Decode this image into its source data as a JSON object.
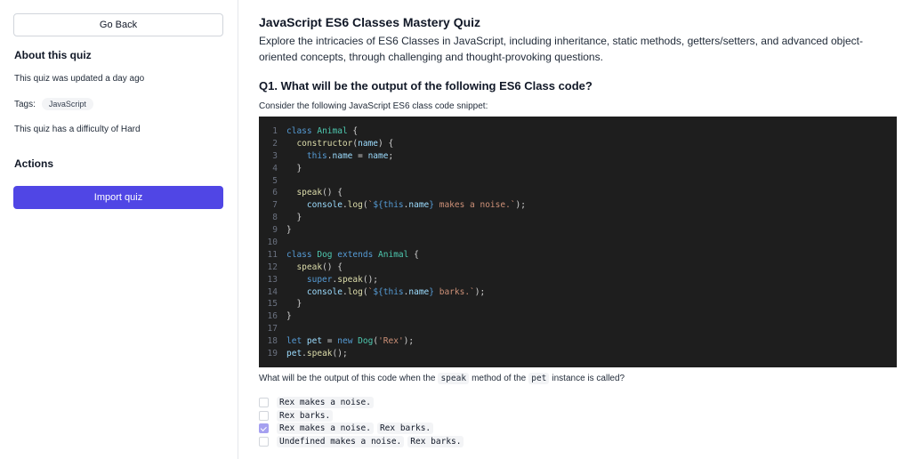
{
  "sidebar": {
    "back_label": "Go Back",
    "about_heading": "About this quiz",
    "updated_text": "This quiz was updated a day ago",
    "tags_label": "Tags:",
    "tags": [
      "JavaScript"
    ],
    "difficulty_text": "This quiz has a difficulty of Hard",
    "actions_heading": "Actions",
    "import_label": "Import quiz"
  },
  "quiz": {
    "title": "JavaScript ES6 Classes Mastery Quiz",
    "description": "Explore the intricacies of ES6 Classes in JavaScript, including inheritance, static methods, getters/setters, and advanced object-oriented concepts, through challenging and thought-provoking questions."
  },
  "question": {
    "title": "Q1. What will be the output of the following ES6 Class code?",
    "intro": "Consider the following JavaScript ES6 class code snippet:",
    "code_lines": [
      "class Animal {",
      "  constructor(name) {",
      "    this.name = name;",
      "  }",
      "",
      "  speak() {",
      "    console.log(`${this.name} makes a noise.`);",
      "  }",
      "}",
      "",
      "class Dog extends Animal {",
      "  speak() {",
      "    super.speak();",
      "    console.log(`${this.name} barks.`);",
      "  }",
      "}",
      "",
      "let pet = new Dog('Rex');",
      "pet.speak();"
    ],
    "ask_prefix": "What will be the output of this code when the",
    "ask_code1": "speak",
    "ask_mid": "method of the",
    "ask_code2": "pet",
    "ask_suffix": "instance is called?",
    "options": [
      {
        "parts": [
          "Rex makes a noise."
        ],
        "checked": false
      },
      {
        "parts": [
          "Rex barks."
        ],
        "checked": false
      },
      {
        "parts": [
          "Rex makes a noise.",
          "Rex barks."
        ],
        "checked": true
      },
      {
        "parts": [
          "Undefined makes a noise.",
          "Rex barks."
        ],
        "checked": false
      }
    ]
  },
  "colors": {
    "accent": "#5046e5",
    "code_bg": "#1e1e1e",
    "checked": "#a5a0f0"
  }
}
